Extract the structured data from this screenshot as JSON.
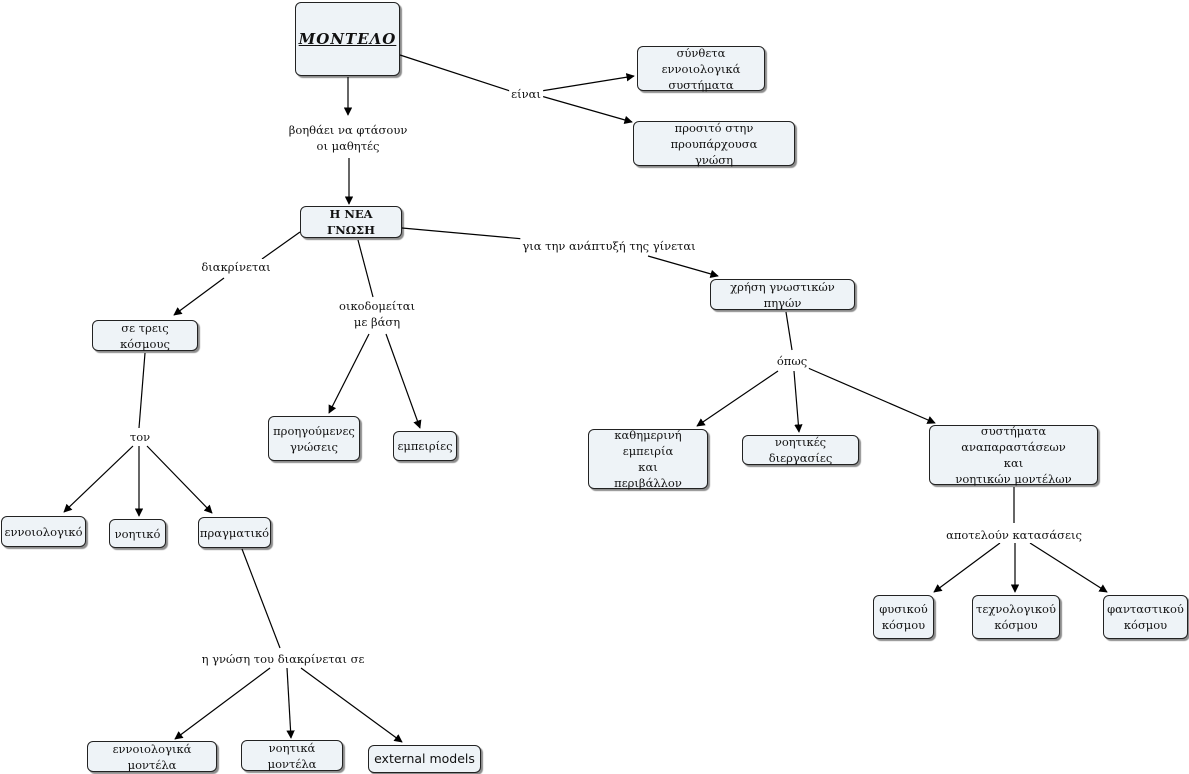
{
  "nodes": {
    "montelo": "ΜΟΝΤΕΛΟ",
    "synthetic_systems": "σύνθετα εννοιολογικά\nσυστήματα",
    "accessible": "προσιτό στην προυπάρχουσα\nγνώση",
    "new_knowledge": "Η ΝΕΑ ΓΝΩΣΗ",
    "three_worlds": "σε τρεις κόσμους",
    "conceptual": "εννοιολογικό",
    "mental": "νοητικό",
    "real": "πραγματικό",
    "prior_knowledge": "προηγούμενες\nγνώσεις",
    "experiences": "εμπειρίες",
    "knowledge_sources": "χρήση γνωστικών πηγών",
    "daily_experience": "καθημερινή εμπειρία\nκαι\nπεριβάλλον",
    "mental_processes": "νοητικές διεργασίες",
    "representation_systems": "συστήματα αναπαραστάσεων\nκαι\nνοητικών μοντέλων",
    "physical_world": "φυσικού\nκόσμου",
    "technological_world": "τεχνολογικού\nκόσμου",
    "imaginary_world": "φανταστικού\nκόσμου",
    "conceptual_models": "εννοιολογικά μοντέλα",
    "mental_models": "νοητικά μοντέλα",
    "external_models": "external models"
  },
  "labels": {
    "einai": "είναι",
    "helps": "βοηθάει να φτάσουν\nοι μαθητές",
    "distinguished": "διακρίνεται",
    "built_on": "οικοδομείται\nμε βάση",
    "for_development": "για την ανάπτυξή της γίνεται",
    "ton": "τον",
    "knowledge_split": "η γνώση του διακρίνεται σε",
    "opos": "όπως",
    "constitute": "αποτελούν κατασάσεις"
  }
}
